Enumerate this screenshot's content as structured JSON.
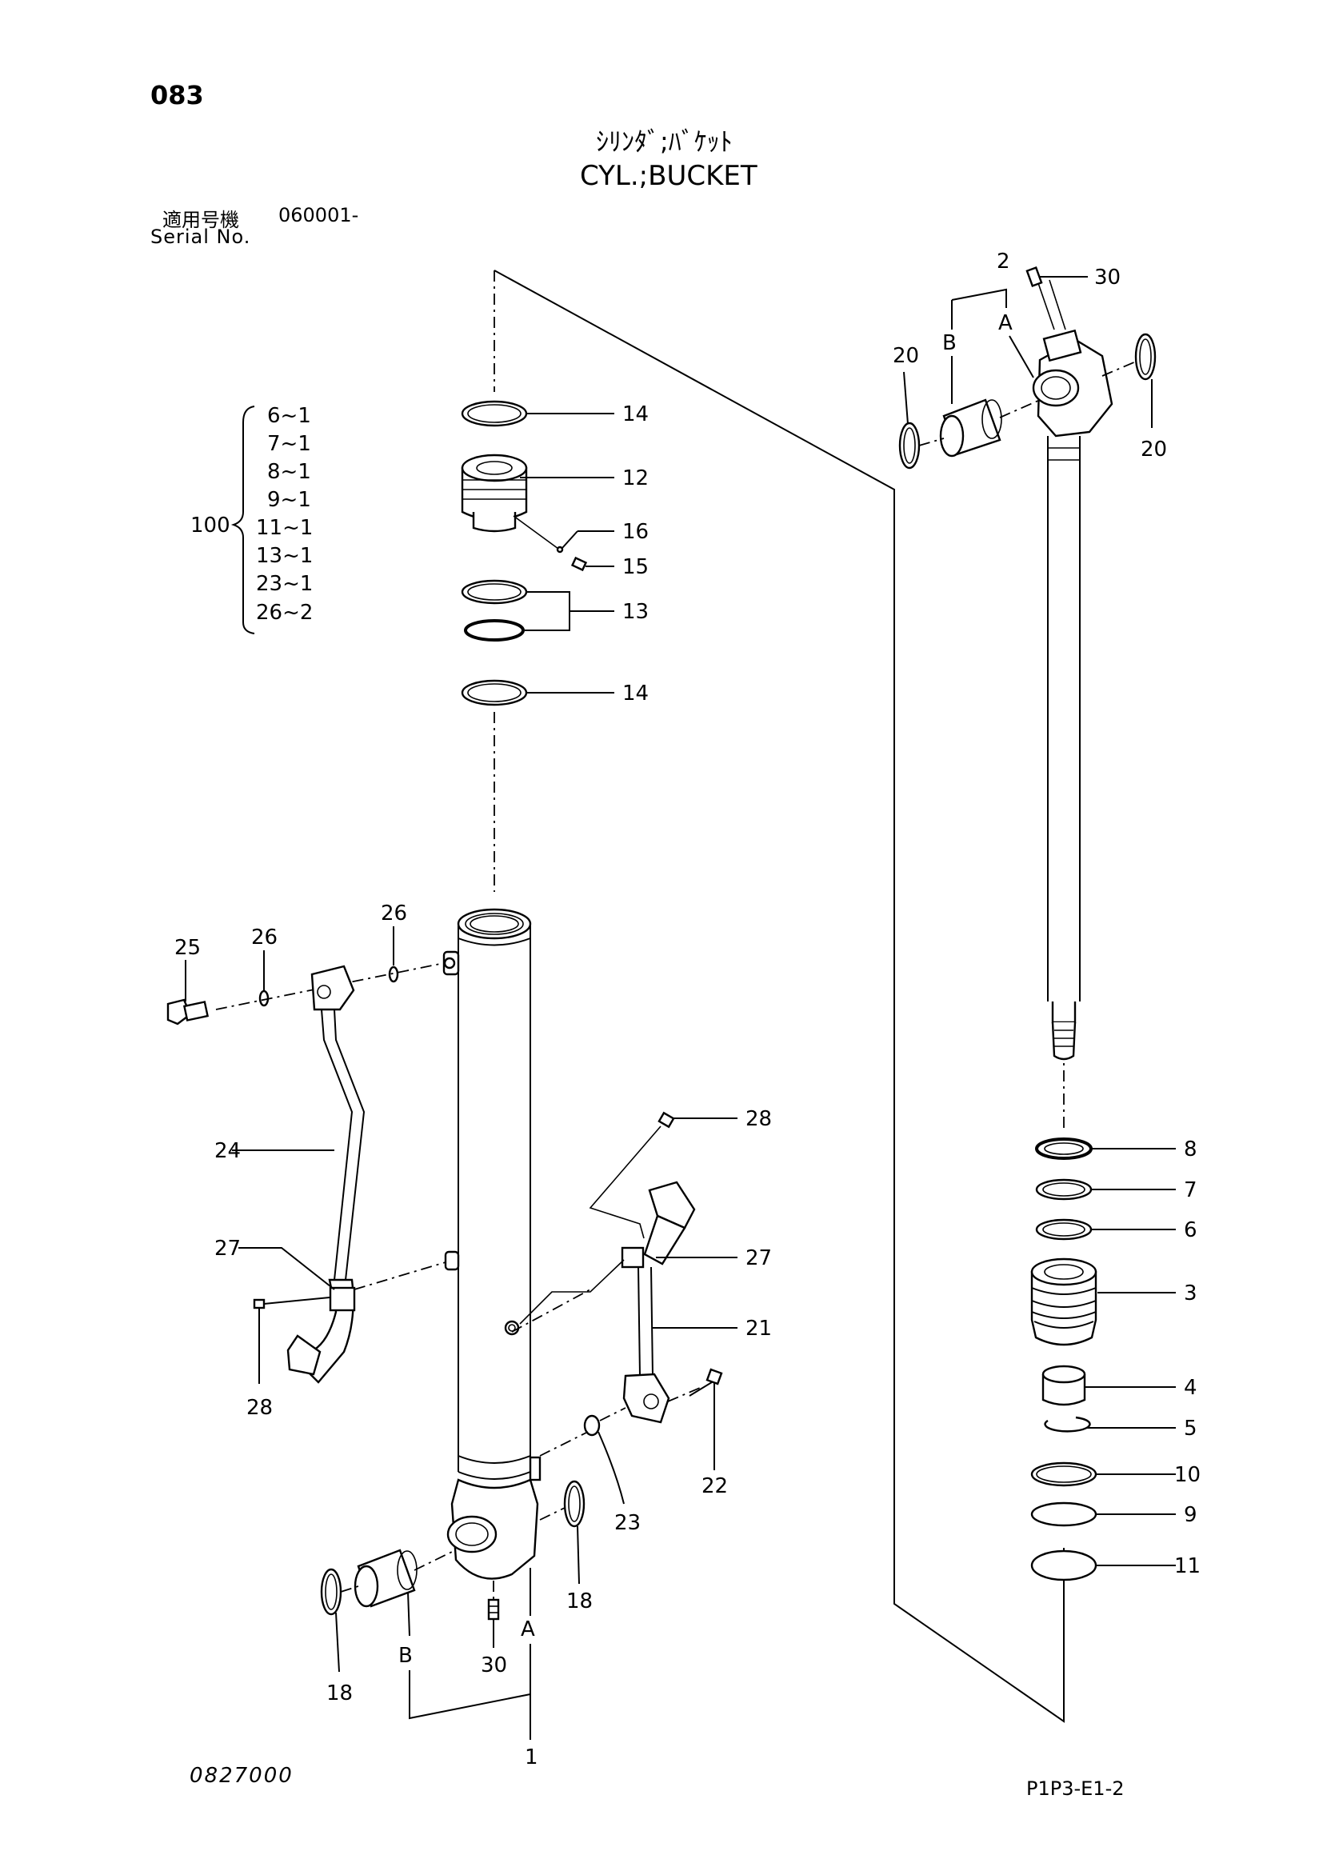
{
  "header": {
    "page_number": "083",
    "title_jp": "ｼﾘﾝﾀﾞ;ﾊﾞｹｯﾄ",
    "title_en": "CYL.;BUCKET",
    "applicable_label": "適用号機",
    "serial_from": "060001-",
    "serial_label": "Serial No."
  },
  "kit": {
    "number": "100",
    "items": [
      "6~1",
      "7~1",
      "8~1",
      "9~1",
      "11~1",
      "13~1",
      "23~1",
      "26~2"
    ]
  },
  "callouts": {
    "c14a": "14",
    "c12": "12",
    "c16": "16",
    "c15": "15",
    "c13": "13",
    "c14b": "14",
    "c2": "2",
    "c30top": "30",
    "cA_top": "A",
    "cB_top": "B",
    "c20l": "20",
    "c20r": "20",
    "c25": "25",
    "c26a": "26",
    "c26b": "26",
    "c24": "24",
    "c27l": "27",
    "c28l": "28",
    "c28r": "28",
    "c27r": "27",
    "c21": "21",
    "c22": "22",
    "c23": "23",
    "c18r": "18",
    "c18l": "18",
    "cB_bot": "B",
    "cA_bot": "A",
    "c30bot": "30",
    "c1": "1",
    "c8": "8",
    "c7": "7",
    "c6": "6",
    "c3": "3",
    "c4": "4",
    "c5": "5",
    "c10": "10",
    "c9": "9",
    "c11": "11"
  },
  "footer": {
    "drawing_code": "0827000",
    "page_code": "P1P3-E1-2"
  }
}
